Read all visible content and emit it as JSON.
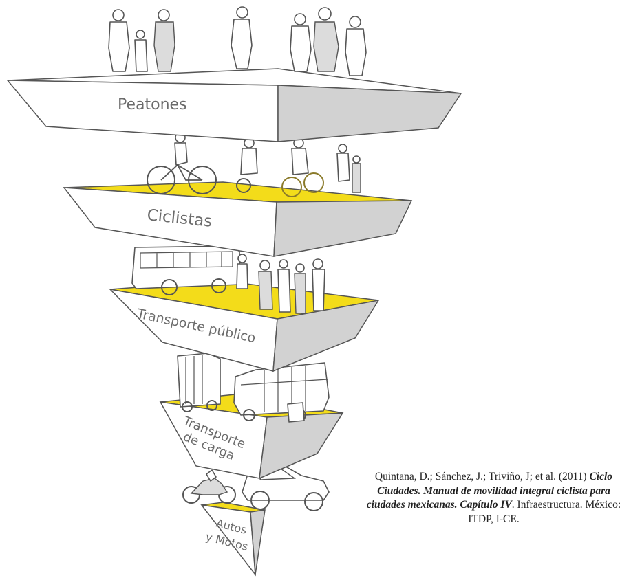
{
  "colors": {
    "platform_top": "#f3dc1a",
    "platform_front": "#ffffff",
    "platform_side": "#d2d2d2",
    "outline": "#555555",
    "label": "#6b6b6b"
  },
  "pyramid": {
    "tiers": [
      {
        "label": "Peatones",
        "top_color": "#ffffff",
        "figures": "pedestrians-icon"
      },
      {
        "label": "Ciclistas",
        "top_color": "#f3dc1a",
        "figures": "cyclists-icon"
      },
      {
        "label": "Transporte público",
        "top_color": "#f3dc1a",
        "figures": "bus-and-passengers-icon"
      },
      {
        "label_line1": "Transporte",
        "label_line2": "de carga",
        "top_color": "#f3dc1a",
        "figures": "trucks-icon"
      },
      {
        "label_line1": "Autos",
        "label_line2": "y Motos",
        "top_color": "#f3dc1a",
        "figures": "car-and-motorcycle-icon"
      }
    ]
  },
  "citation": {
    "authors": "Quintana, D.; Sánchez, J.; Triviño, J; et al.",
    "year": "(2011)",
    "title": "Ciclo Ciudades. Manual de movilidad integral ciclista para ciudades mexicanas. Capítulo IV",
    "rest": ". Infraestructura. México: ITDP, I-CE."
  }
}
